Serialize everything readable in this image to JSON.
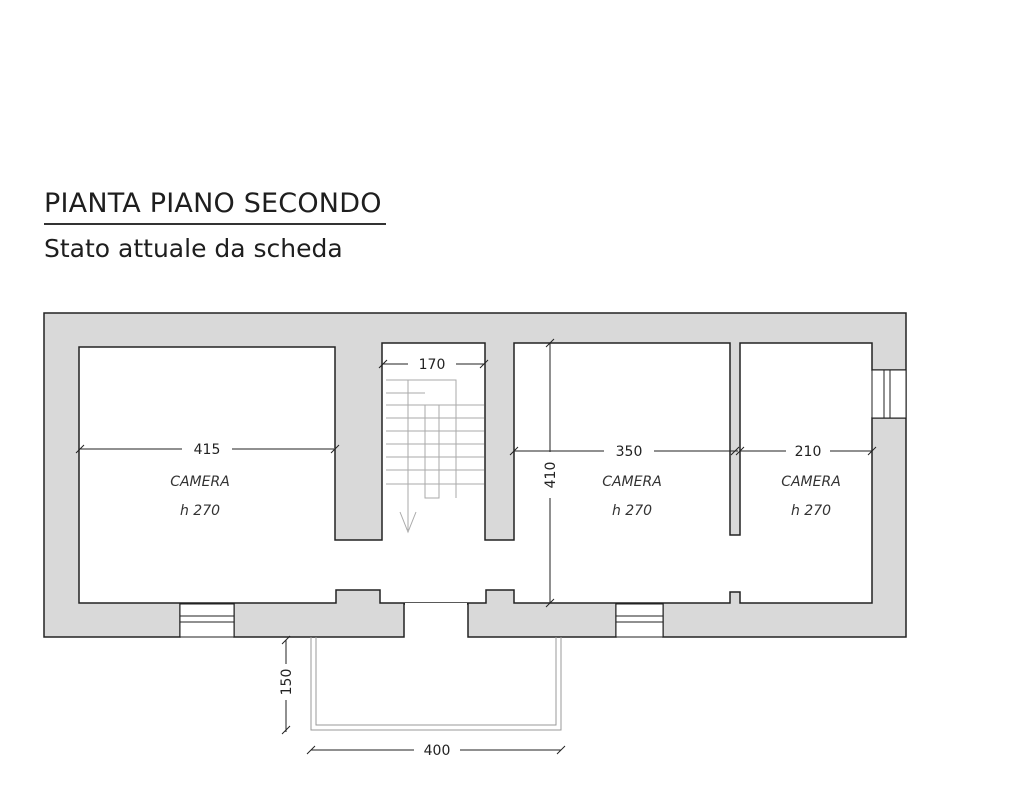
{
  "title": "PIANTA PIANO SECONDO",
  "subtitle": "Stato attuale da scheda",
  "dimensions": {
    "room_left_width": "415",
    "stair_width": "170",
    "room_mid_width": "350",
    "room_mid_depth": "410",
    "room_right_width": "210",
    "balcony_depth": "150",
    "balcony_width": "400"
  },
  "rooms": [
    {
      "label": "CAMERA",
      "height": "h 270"
    },
    {
      "label": "CAMERA",
      "height": "h 270"
    },
    {
      "label": "CAMERA",
      "height": "h 270"
    }
  ],
  "colors": {
    "wall": "#d9d9d9",
    "stroke": "#222222"
  }
}
